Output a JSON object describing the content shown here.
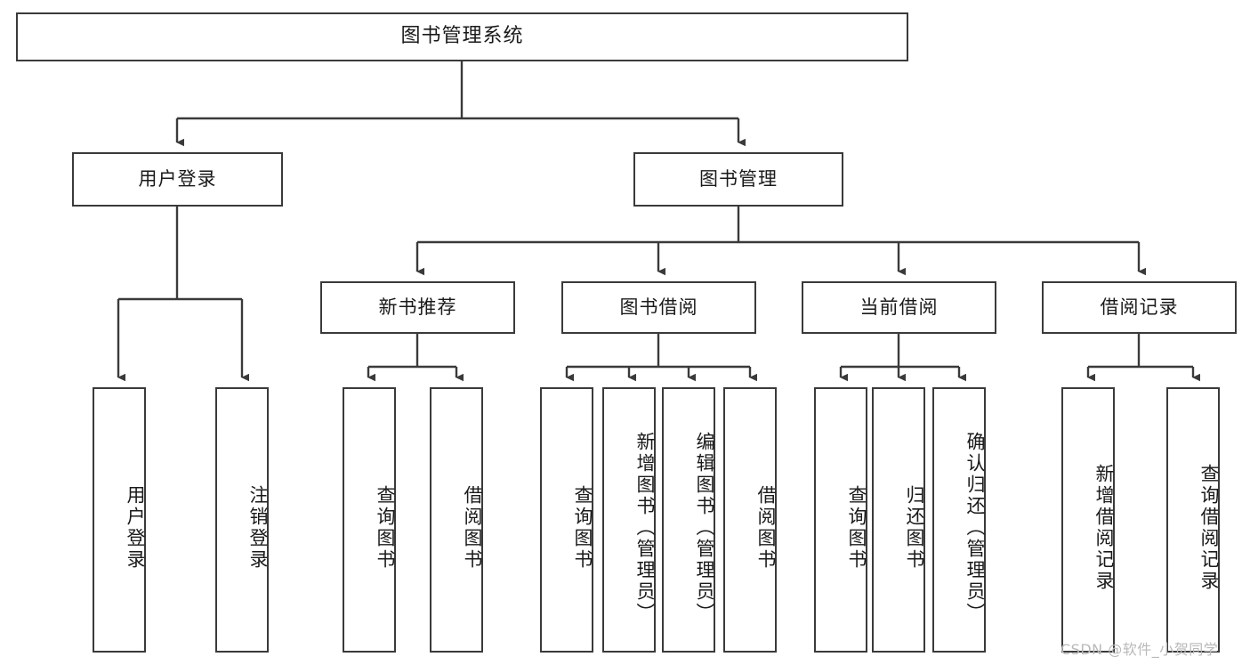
{
  "diagram": {
    "type": "tree-hierarchy-chart",
    "title": "图书管理系统",
    "watermark": "CSDN @软件_小贺同学",
    "colors": {
      "box_border": "#3a3a3a",
      "box_fill": "#ffffff",
      "edge": "#3a3a3a",
      "text": "#1a1a1a",
      "watermark": "#b9b9b9",
      "background": "#ffffff"
    },
    "root": {
      "label": "图书管理系统"
    },
    "level1": [
      {
        "label": "用户登录"
      },
      {
        "label": "图书管理"
      }
    ],
    "level2": [
      {
        "label": "新书推荐"
      },
      {
        "label": "图书借阅"
      },
      {
        "label": "当前借阅"
      },
      {
        "label": "借阅记录"
      }
    ],
    "leaves": {
      "user_login": [
        {
          "label": "用户登录"
        },
        {
          "label": "注销登录"
        }
      ],
      "new_book_recommend": [
        {
          "label": "查询图书"
        },
        {
          "label": "借阅图书"
        }
      ],
      "book_borrow": [
        {
          "label": "查询图书"
        },
        {
          "label": "新增图书（管理员）"
        },
        {
          "label": "编辑图书（管理员）"
        },
        {
          "label": "借阅图书"
        }
      ],
      "current_borrow": [
        {
          "label": "查询图书"
        },
        {
          "label": "归还图书"
        },
        {
          "label": "确认归还（管理员）"
        }
      ],
      "borrow_record": [
        {
          "label": "新增借阅记录"
        },
        {
          "label": "查询借阅记录"
        }
      ]
    }
  }
}
